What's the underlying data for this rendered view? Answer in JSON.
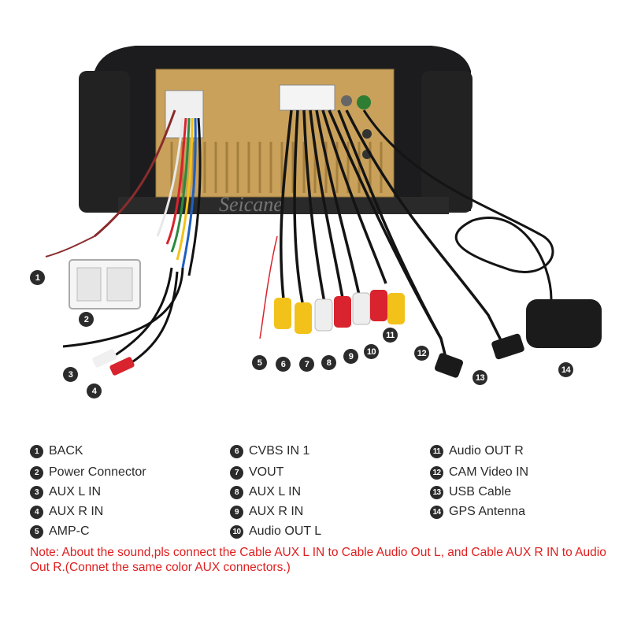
{
  "watermark": "Seicane",
  "callouts": [
    "1",
    "2",
    "3",
    "4",
    "5",
    "6",
    "7",
    "8",
    "9",
    "10",
    "11",
    "12",
    "13",
    "14"
  ],
  "legend": [
    {
      "num": "1",
      "label": "BACK"
    },
    {
      "num": "2",
      "label": "Power Connector"
    },
    {
      "num": "3",
      "label": "AUX L IN"
    },
    {
      "num": "4",
      "label": "AUX R IN"
    },
    {
      "num": "5",
      "label": "AMP-C"
    },
    {
      "num": "6",
      "label": "CVBS IN 1"
    },
    {
      "num": "7",
      "label": "VOUT"
    },
    {
      "num": "8",
      "label": "AUX L IN"
    },
    {
      "num": "9",
      "label": "AUX R IN"
    },
    {
      "num": "10",
      "label": "Audio OUT L"
    },
    {
      "num": "11",
      "label": "Audio OUT R"
    },
    {
      "num": "12",
      "label": "CAM Video IN"
    },
    {
      "num": "13",
      "label": "USB Cable"
    },
    {
      "num": "14",
      "label": "GPS Antenna"
    }
  ],
  "note": "Note: About the sound,pls connect the Cable AUX L IN to Cable Audio Out L, and Cable AUX R IN to  Audio Out R.(Connet the same color AUX connectors.)",
  "colors": {
    "bezel": "#1c1c1e",
    "chassis": "#c9a15a",
    "callout_bg": "#2b2b2b",
    "note_text": "#e01e1e",
    "rca_yellow": "#f2c21b",
    "rca_red": "#d9232e",
    "rca_white": "#eeeeee"
  }
}
